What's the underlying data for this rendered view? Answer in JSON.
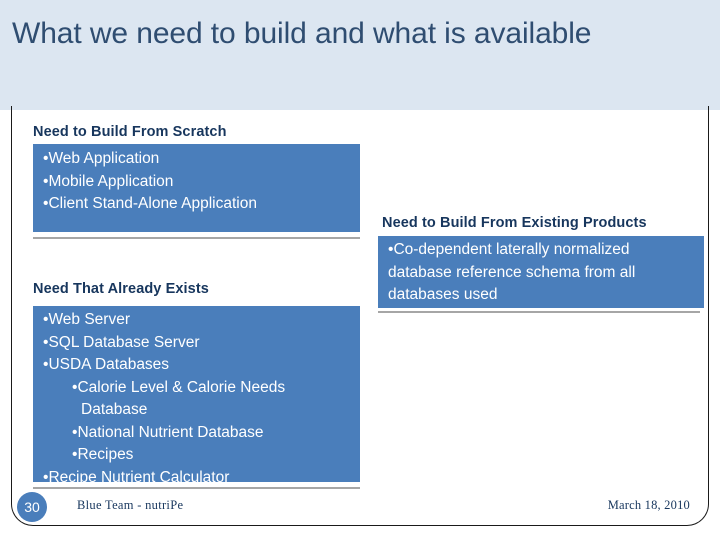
{
  "slide": {
    "title": "What we need to build and what is available",
    "colors": {
      "title_band_bg": "#dce6f1",
      "title_text": "#2f4d71",
      "box_blue": "#4a7ebb",
      "heading_text": "#17365d",
      "separator": "#a6a6a6",
      "bullet_text": "#ffffff"
    }
  },
  "blocks": [
    {
      "id": "need-to-build-from-scratch",
      "heading": "Need to Build From Scratch",
      "bullets": [
        {
          "level": 1,
          "text": "Web Application"
        },
        {
          "level": 1,
          "text": "Mobile Application"
        },
        {
          "level": 1,
          "text": "Client Stand-Alone Application"
        }
      ]
    },
    {
      "id": "need-to-build-from-existing-products",
      "heading": "Need to Build From Existing Products",
      "bullets": [
        {
          "level": 1,
          "text": "Co-dependent laterally normalized database reference schema from all databases used"
        }
      ]
    },
    {
      "id": "need-that-already-exists",
      "heading": "Need That Already Exists",
      "bullets": [
        {
          "level": 1,
          "text": "Web Server"
        },
        {
          "level": 1,
          "text": "SQL Database Server"
        },
        {
          "level": 1,
          "text": "USDA Databases"
        },
        {
          "level": 2,
          "text": "Calorie Level & Calorie Needs Database"
        },
        {
          "level": 2,
          "text": "National Nutrient Database"
        },
        {
          "level": 2,
          "text": "Recipes"
        },
        {
          "level": 1,
          "text": "Recipe Nutrient Calculator"
        }
      ]
    }
  ],
  "footer": {
    "slide_number": "30",
    "team": "Blue Team - nutriPe",
    "date": "March 18, 2010"
  }
}
